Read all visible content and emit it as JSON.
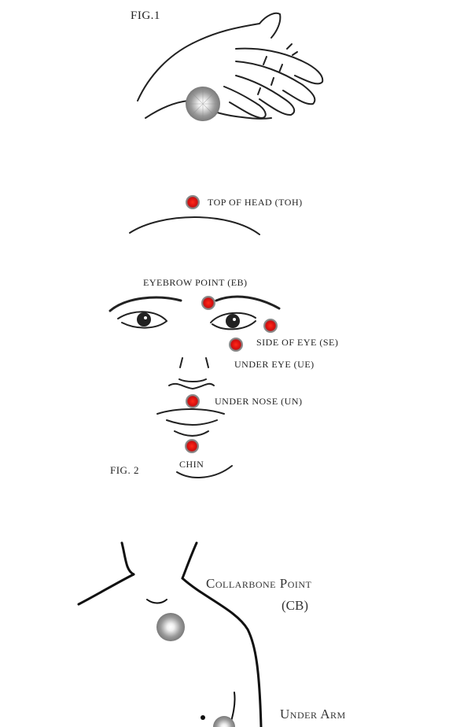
{
  "fig1": {
    "caption": "FIG.1"
  },
  "fig2": {
    "caption": "FIG. 2",
    "points": {
      "toh": "TOP OF HEAD (TOH)",
      "eb": "EYEBROW POINT (EB)",
      "se": "SIDE OF EYE (SE)",
      "ue": "UNDER EYE (UE)",
      "un": "UNDER NOSE (UN)",
      "chin": "CHIN"
    },
    "marker_color": "#e01010"
  },
  "fig3": {
    "cb_line1": "Collarbone Point",
    "cb_line2": "(CB)",
    "ua": "Under Arm"
  }
}
